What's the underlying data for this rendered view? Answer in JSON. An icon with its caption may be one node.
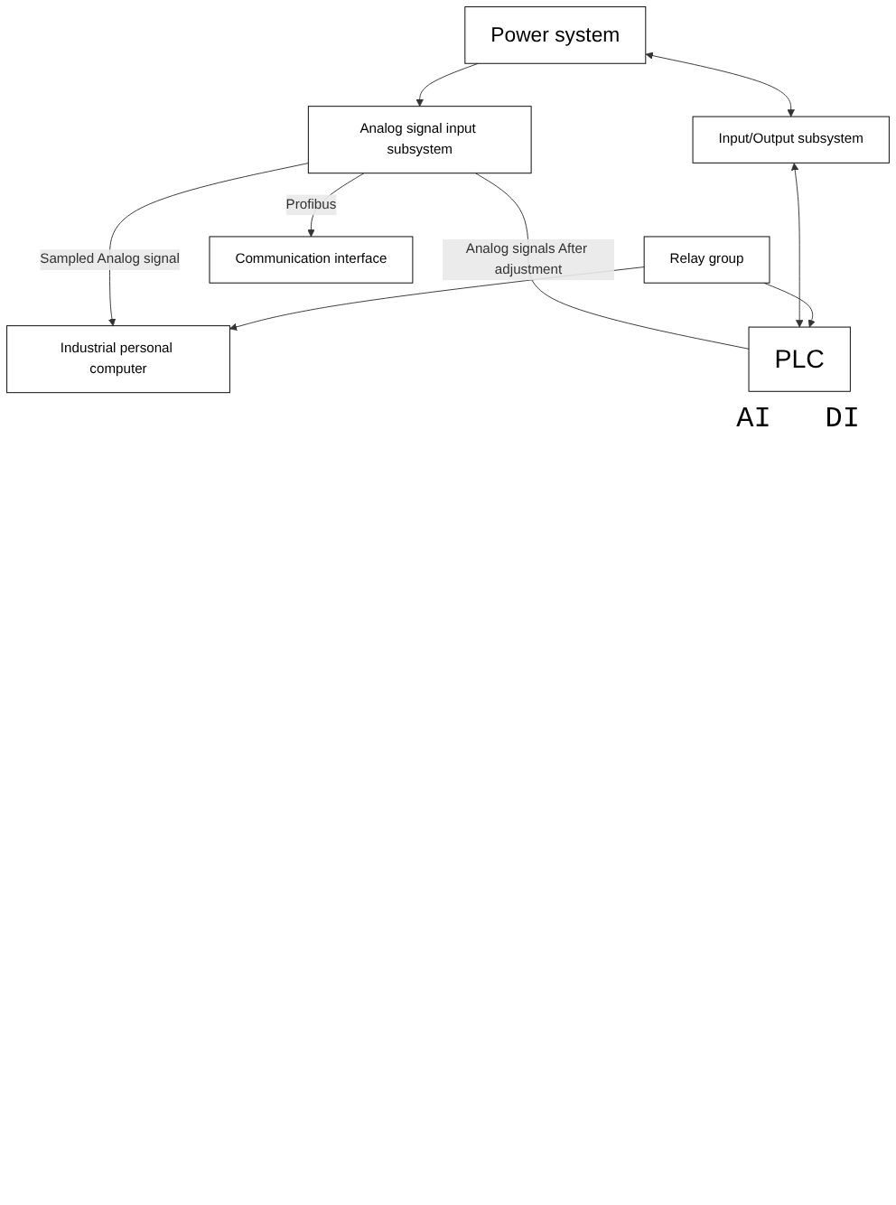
{
  "diagram": {
    "nodes": [
      {
        "text": [
          "Power system"
        ]
      },
      {
        "text": [
          "Analog signal input subsystem"
        ]
      },
      {
        "text": [
          "Input/Output subsystem"
        ]
      },
      {
        "text": [
          "Communication interface"
        ]
      },
      {
        "text": [
          "PLC"
        ]
      },
      {
        "text": [
          "Industrial personal computer"
        ]
      },
      {
        "text": [
          "Relay group"
        ]
      }
    ],
    "edges": [
      {
        "from": 0,
        "to": 1,
        "arrow": "to"
      },
      {
        "from": 0,
        "to": 2,
        "arrow": "both"
      },
      {
        "from": 1,
        "to": 4,
        "arrow": "none",
        "label": "Analog signals After adjustment"
      },
      {
        "from": 1,
        "to": 5,
        "arrow": "to",
        "label": "Sampled Analog signal"
      },
      {
        "from": 1,
        "to": 3,
        "arrow": "to",
        "label": "Profibus"
      },
      {
        "from": 2,
        "to": 4,
        "arrow": "both"
      },
      {
        "from": 6,
        "to": 4,
        "arrow": "to"
      },
      {
        "from": 6,
        "to": 5,
        "arrow": "to"
      }
    ],
    "labels": [
      "AI",
      "DI"
    ]
  }
}
